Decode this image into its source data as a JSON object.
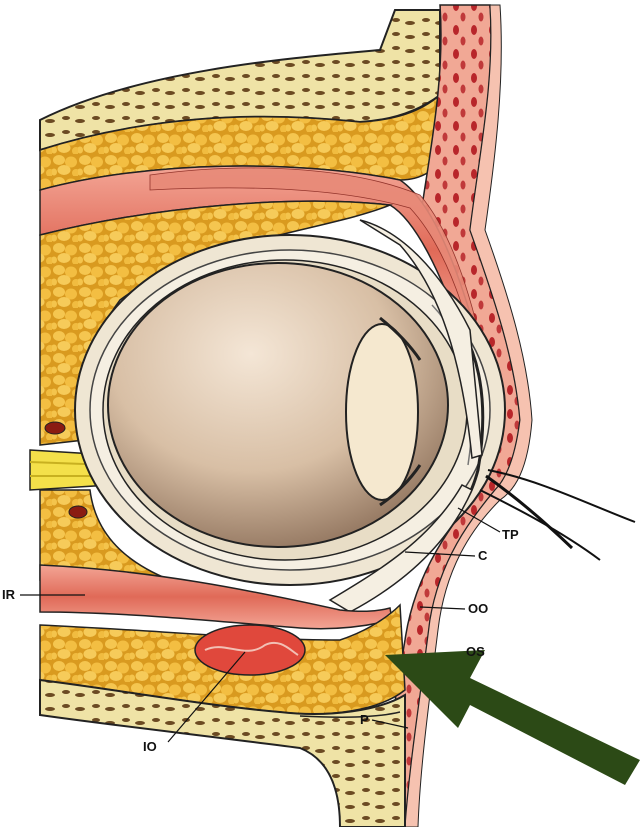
{
  "labels": {
    "tp": "TP",
    "c": "C",
    "oo": "OO",
    "os": "OS",
    "ir": "IR",
    "io": "IO",
    "p": "P"
  },
  "colors": {
    "bone": "#efe3a6",
    "bone_spots": "#6b4a22",
    "fat": "#f3c24a",
    "fat_dark": "#d99a1f",
    "muscle": "#e07060",
    "muscle_light": "#f0a090",
    "skin": "#f4b7a4",
    "vessel": "#b8262a",
    "sclera": "#efe6d3",
    "eye_interior": "#d9c2a8",
    "lens": "#f5e8cf",
    "optic_nerve": "#f4e04a",
    "arrow": "#2c4a16",
    "line": "#222222"
  }
}
